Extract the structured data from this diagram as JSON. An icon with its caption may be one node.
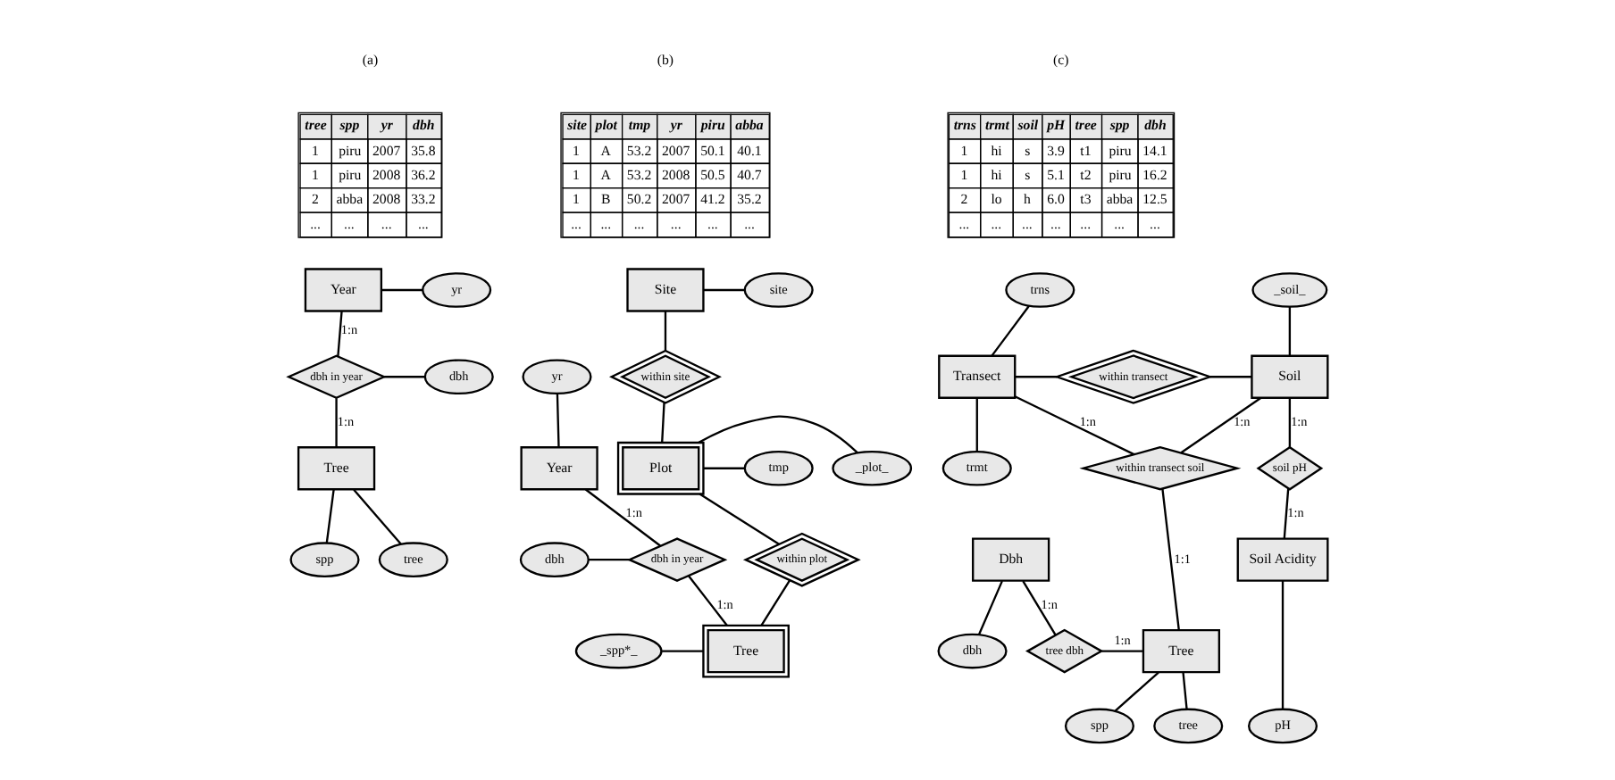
{
  "diagram": {
    "nodes": [
      {
        "text": [
          "Year"
        ]
      },
      {
        "text": [
          "yr"
        ]
      },
      {
        "text": [
          "dbh in year"
        ]
      },
      {
        "text": [
          "dbh"
        ]
      },
      {
        "text": [
          "Tree"
        ]
      },
      {
        "text": [
          "spp"
        ]
      },
      {
        "text": [
          "tree"
        ]
      },
      {
        "text": [
          "Site"
        ]
      },
      {
        "text": [
          "site"
        ]
      },
      {
        "text": [
          "within site"
        ]
      },
      {
        "text": [
          "Plot"
        ]
      },
      {
        "text": [
          "_plot_"
        ]
      },
      {
        "text": [
          "tmp"
        ]
      },
      {
        "text": [
          "yr"
        ]
      },
      {
        "text": [
          "Year"
        ]
      },
      {
        "text": [
          "within plot"
        ]
      },
      {
        "text": [
          "dbh"
        ]
      },
      {
        "text": [
          "dbh in year"
        ]
      },
      {
        "text": [
          "_spp*_"
        ]
      },
      {
        "text": [
          "Tree"
        ]
      },
      {
        "text": [
          "trns"
        ]
      },
      {
        "text": [
          "_soil_"
        ]
      },
      {
        "text": [
          "Transect"
        ]
      },
      {
        "text": [
          "within transect"
        ]
      },
      {
        "text": [
          "Soil"
        ]
      },
      {
        "text": [
          "trmt"
        ]
      },
      {
        "text": [
          "soil pH"
        ]
      },
      {
        "text": [
          "within transect soil"
        ]
      },
      {
        "text": [
          "Dbh"
        ]
      },
      {
        "text": [
          "Soil Acidity"
        ]
      },
      {
        "text": [
          "dbh"
        ]
      },
      {
        "text": [
          "tree dbh"
        ]
      },
      {
        "text": [
          "Tree"
        ]
      },
      {
        "text": [
          "pH"
        ]
      },
      {
        "text": [
          "spp"
        ]
      },
      {
        "text": [
          "tree"
        ]
      }
    ],
    "edges": [
      {
        "from": 0,
        "to": 1,
        "arrow": "none"
      },
      {
        "from": 0,
        "to": 2,
        "arrow": "none",
        "label": "1:n"
      },
      {
        "from": 2,
        "to": 3,
        "arrow": "none"
      },
      {
        "from": 2,
        "to": 4,
        "arrow": "none",
        "label": "1:n"
      },
      {
        "from": 4,
        "to": 5,
        "arrow": "none"
      },
      {
        "from": 4,
        "to": 6,
        "arrow": "none"
      },
      {
        "from": 7,
        "to": 8,
        "arrow": "none"
      },
      {
        "from": 7,
        "to": 9,
        "arrow": "none"
      },
      {
        "from": 9,
        "to": 10,
        "arrow": "none"
      },
      {
        "from": 10,
        "to": 11,
        "arrow": "none"
      },
      {
        "from": 10,
        "to": 12,
        "arrow": "none"
      },
      {
        "from": 13,
        "to": 14,
        "arrow": "none"
      },
      {
        "from": 14,
        "to": 17,
        "arrow": "none",
        "label": "1:n"
      },
      {
        "from": 10,
        "to": 15,
        "arrow": "none"
      },
      {
        "from": 15,
        "to": 19,
        "arrow": "none"
      },
      {
        "from": 16,
        "to": 17,
        "arrow": "none"
      },
      {
        "from": 17,
        "to": 19,
        "arrow": "none",
        "label": "1:n"
      },
      {
        "from": 18,
        "to": 19,
        "arrow": "none"
      },
      {
        "from": 20,
        "to": 22,
        "arrow": "none"
      },
      {
        "from": 21,
        "to": 24,
        "arrow": "none"
      },
      {
        "from": 22,
        "to": 23,
        "arrow": "none"
      },
      {
        "from": 23,
        "to": 24,
        "arrow": "none"
      },
      {
        "from": 22,
        "to": 25,
        "arrow": "none"
      },
      {
        "from": 22,
        "to": 27,
        "arrow": "none",
        "label": "1:n"
      },
      {
        "from": 24,
        "to": 27,
        "arrow": "none",
        "label": "1:n"
      },
      {
        "from": 24,
        "to": 26,
        "arrow": "none",
        "label": "1:n"
      },
      {
        "from": 26,
        "to": 29,
        "arrow": "none",
        "label": "1:n"
      },
      {
        "from": 27,
        "to": 32,
        "arrow": "none",
        "label": "1:1"
      },
      {
        "from": 28,
        "to": 30,
        "arrow": "none"
      },
      {
        "from": 28,
        "to": 31,
        "arrow": "none",
        "label": "1:n"
      },
      {
        "from": 31,
        "to": 32,
        "arrow": "none",
        "label": "1:n"
      },
      {
        "from": 29,
        "to": 33,
        "arrow": "none"
      },
      {
        "from": 32,
        "to": 34,
        "arrow": "none"
      },
      {
        "from": 32,
        "to": 35,
        "arrow": "none"
      }
    ],
    "labels": [
      "(a)",
      "tree",
      "spp",
      "yr",
      "dbh",
      "1",
      "piru",
      "2007",
      "35.8",
      "1",
      "piru",
      "2008",
      "36.2",
      "2",
      "abba",
      "2008",
      "33.2",
      "...",
      "...",
      "...",
      "...",
      "(b)",
      "site",
      "plot",
      "tmp",
      "yr",
      "piru",
      "abba",
      "1",
      "A",
      "53.2",
      "2007",
      "50.1",
      "40.1",
      "1",
      "A",
      "53.2",
      "2008",
      "50.5",
      "40.7",
      "1",
      "B",
      "50.2",
      "2007",
      "41.2",
      "35.2",
      "...",
      "...",
      "...",
      "...",
      "...",
      "...",
      "(c)",
      "trns",
      "trmt",
      "soil",
      "pH",
      "tree",
      "spp",
      "dbh",
      "1",
      "hi",
      "s",
      "3.9",
      "t1",
      "piru",
      "14.1",
      "1",
      "hi",
      "s",
      "5.1",
      "t2",
      "piru",
      "16.2",
      "2",
      "lo",
      "h",
      "6.0",
      "t3",
      "abba",
      "12.5",
      "...",
      "...",
      "...",
      "...",
      "...",
      "...",
      "..."
    ]
  }
}
